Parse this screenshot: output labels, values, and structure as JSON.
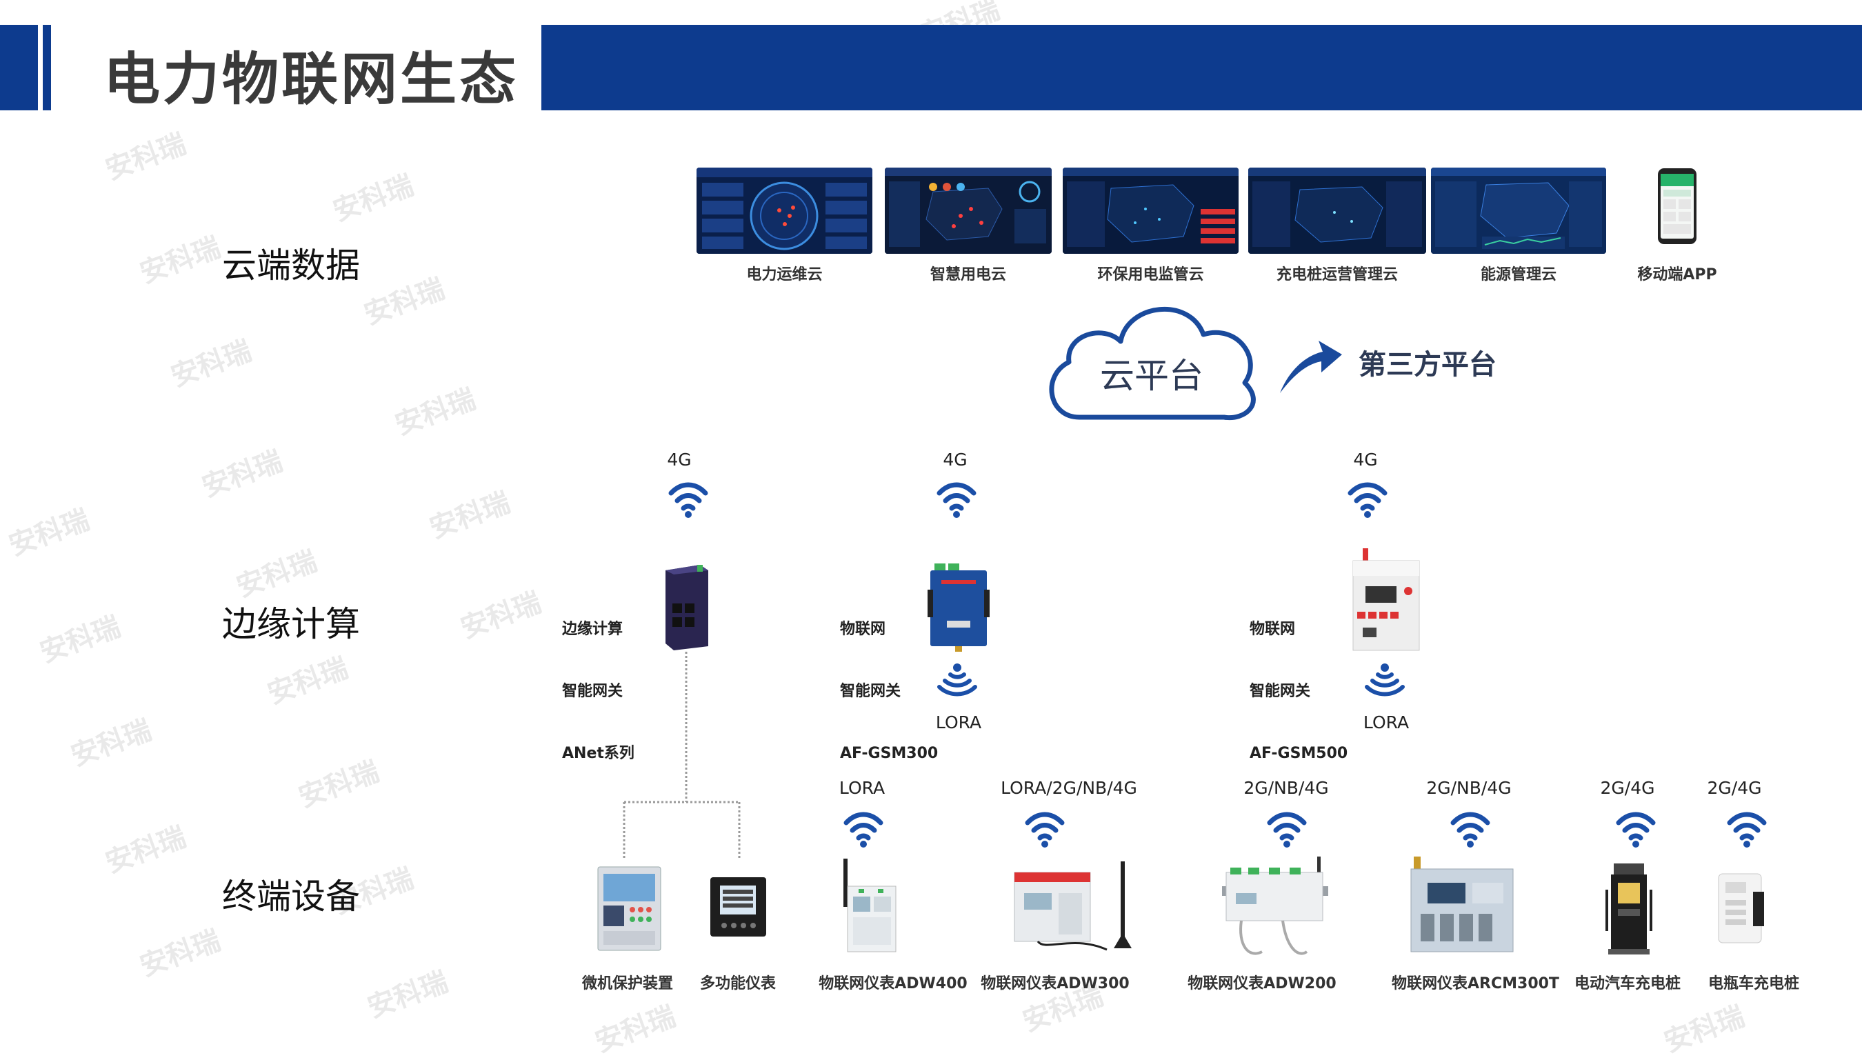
{
  "title": "电力物联网生态",
  "layers": {
    "cloud": "云端数据",
    "edge": "边缘计算",
    "terminal": "终端设备"
  },
  "cloud_apps": [
    "电力运维云",
    "智慧用电云",
    "环保用电监管云",
    "充电桩运营管理云",
    "能源管理云",
    "移动端APP"
  ],
  "cloud_platform": "云平台",
  "third_party": "第三方平台",
  "edge_uplinks": [
    "4G",
    "4G",
    "4G"
  ],
  "gateways": [
    {
      "line1": "边缘计算",
      "line2": "智能网关",
      "line3": "ANet系列"
    },
    {
      "line1": "物联网",
      "line2": "智能网关",
      "line3": "AF-GSM300"
    },
    {
      "line1": "物联网",
      "line2": "智能网关",
      "line3": "AF-GSM500"
    }
  ],
  "lora_labels": [
    "LORA",
    "LORA"
  ],
  "terminal_links": [
    "LORA",
    "LORA/2G/NB/4G",
    "2G/NB/4G",
    "2G/NB/4G",
    "2G/4G",
    "2G/4G"
  ],
  "terminals": [
    "微机保护装置",
    "多功能仪表",
    "物联网仪表ADW400",
    "物联网仪表ADW300",
    "物联网仪表ADW200",
    "物联网仪表ARCM300T",
    "电动汽车充电桩",
    "电瓶车充电桩"
  ],
  "watermark": "安科瑞",
  "colors": {
    "brand": "#0d3b8e",
    "wifi": "#1b4fa8",
    "cloud_stroke": "#1a4a9c"
  }
}
